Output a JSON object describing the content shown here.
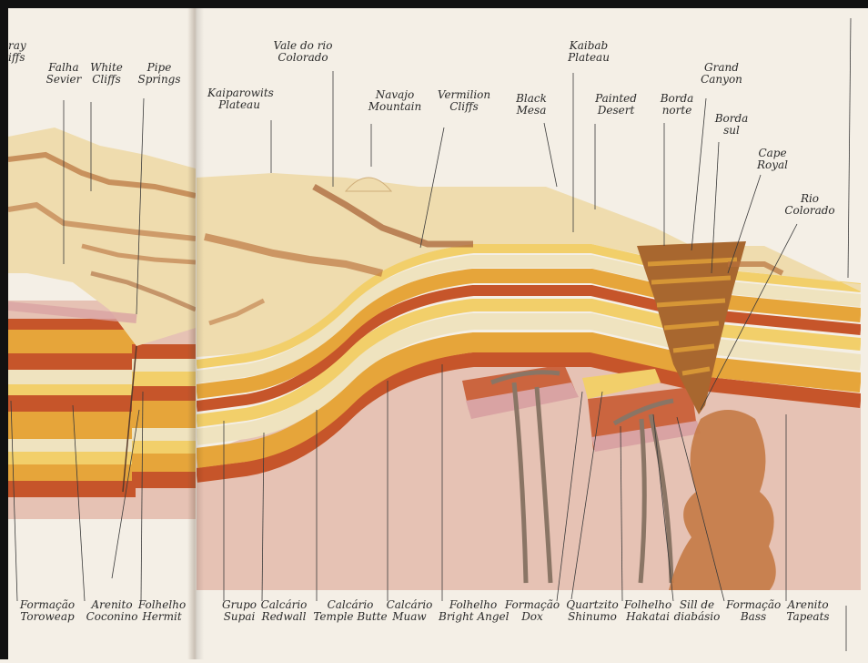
{
  "top_labels": [
    {
      "id": "gray-cliffs",
      "lines": [
        "ray",
        "iffs"
      ]
    },
    {
      "id": "falha-sevier",
      "lines": [
        "Falha",
        "Sevier"
      ]
    },
    {
      "id": "white-cliffs",
      "lines": [
        "White",
        "Cliffs"
      ]
    },
    {
      "id": "pipe-springs",
      "lines": [
        "Pipe",
        "Springs"
      ]
    },
    {
      "id": "kaiparowits-plateau",
      "lines": [
        "Kaiparowits",
        "Plateau"
      ]
    },
    {
      "id": "vale-do-rio-colorado",
      "lines": [
        "Vale do rio",
        "Colorado"
      ]
    },
    {
      "id": "navajo-mountain",
      "lines": [
        "Navajo",
        "Mountain"
      ]
    },
    {
      "id": "vermilion-cliffs",
      "lines": [
        "Vermilion",
        "Cliffs"
      ]
    },
    {
      "id": "black-mesa",
      "lines": [
        "Black",
        "Mesa"
      ]
    },
    {
      "id": "kaibab-plateau",
      "lines": [
        "Kaibab",
        "Plateau"
      ]
    },
    {
      "id": "painted-desert",
      "lines": [
        "Painted",
        "Desert"
      ]
    },
    {
      "id": "borda-norte",
      "lines": [
        "Borda",
        "norte"
      ]
    },
    {
      "id": "grand-canyon",
      "lines": [
        "Grand",
        "Canyon"
      ]
    },
    {
      "id": "borda-sul",
      "lines": [
        "Borda",
        "sul"
      ]
    },
    {
      "id": "cape-royal",
      "lines": [
        "Cape",
        "Royal"
      ]
    },
    {
      "id": "rio-colorado",
      "lines": [
        "Rio",
        "Colorado"
      ]
    }
  ],
  "bottom_labels": [
    {
      "id": "formacao-toroweap",
      "lines": [
        "Formação",
        "Toroweap"
      ]
    },
    {
      "id": "arenito-coconino",
      "lines": [
        "Arenito",
        "Coconino"
      ]
    },
    {
      "id": "folhelho-hermit",
      "lines": [
        "Folhelho",
        "Hermit"
      ]
    },
    {
      "id": "grupo-supai",
      "lines": [
        "Grupo",
        "Supai"
      ]
    },
    {
      "id": "calcario-redwall",
      "lines": [
        "Calcário",
        "Redwall"
      ]
    },
    {
      "id": "calcario-temple-butte",
      "lines": [
        "Calcário",
        "Temple Butte"
      ]
    },
    {
      "id": "calcario-muaw",
      "lines": [
        "Calcário",
        "Muaw"
      ]
    },
    {
      "id": "folhelho-bright-angel",
      "lines": [
        "Folhelho",
        "Bright Angel"
      ]
    },
    {
      "id": "formacao-dox",
      "lines": [
        "Formação",
        "Dox"
      ]
    },
    {
      "id": "quartzito-shinumo",
      "lines": [
        "Quartzito",
        "Shinumo"
      ]
    },
    {
      "id": "folhelho-hakatai",
      "lines": [
        "Folhelho",
        "Hakatai"
      ]
    },
    {
      "id": "sill-de-diabasio",
      "lines": [
        "Sill de",
        "diabásio"
      ]
    },
    {
      "id": "formacao-bass",
      "lines": [
        "Formação",
        "Bass"
      ]
    },
    {
      "id": "arenito-tapeats",
      "lines": [
        "Arenito",
        "Tapeats"
      ]
    }
  ],
  "colors": {
    "background": "#f4efe6",
    "plateau_surface": "#efdcae",
    "basement": "#e6c2b4",
    "canyon": "#a8672f",
    "layer_dark_red": "#c6552a",
    "layer_orange": "#e6a53a",
    "layer_yellow": "#f2cf6a",
    "layer_pale": "#efe3bf",
    "magma": "#c47a45"
  }
}
